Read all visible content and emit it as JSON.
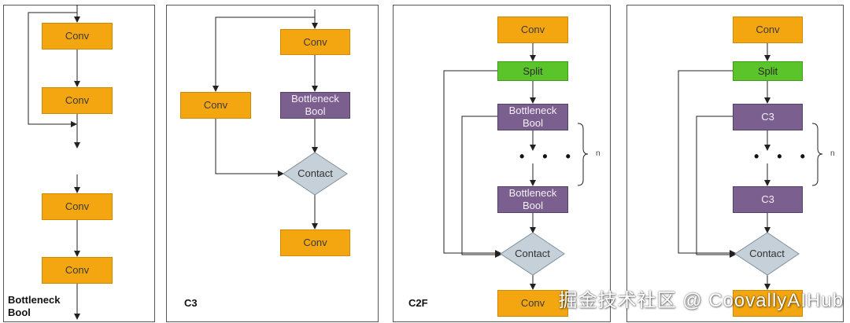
{
  "panels": {
    "bottleneck": {
      "title": "Bottleneck\nBool",
      "conv1": "Conv",
      "conv2": "Conv",
      "conv3": "Conv",
      "conv4": "Conv"
    },
    "c3": {
      "title": "C3",
      "conv_top": "Conv",
      "conv_side": "Conv",
      "bottleneck": "Bottleneck\nBool",
      "concat": "Contact",
      "conv_out": "Conv"
    },
    "c2f": {
      "title": "C2F",
      "conv_top": "Conv",
      "split": "Split",
      "bottleneck1": "Bottleneck\nBool",
      "dots": "• • •",
      "bottleneck2": "Bottleneck\nBool",
      "n_label": "n",
      "concat": "Contact",
      "conv_out": "Conv"
    },
    "c3_variant": {
      "conv_top": "Conv",
      "split": "Split",
      "c3_1": "C3",
      "dots": "• • •",
      "c3_2": "C3",
      "n_label": "n",
      "concat": "Contact"
    }
  },
  "watermark": "掘金技术社区 @ CoovallyAIHub",
  "colors": {
    "conv": "#f4a610",
    "split": "#5bc42a",
    "bottleneck": "#7b5f8e",
    "concat": "#c5d0d8",
    "line": "#222222"
  }
}
